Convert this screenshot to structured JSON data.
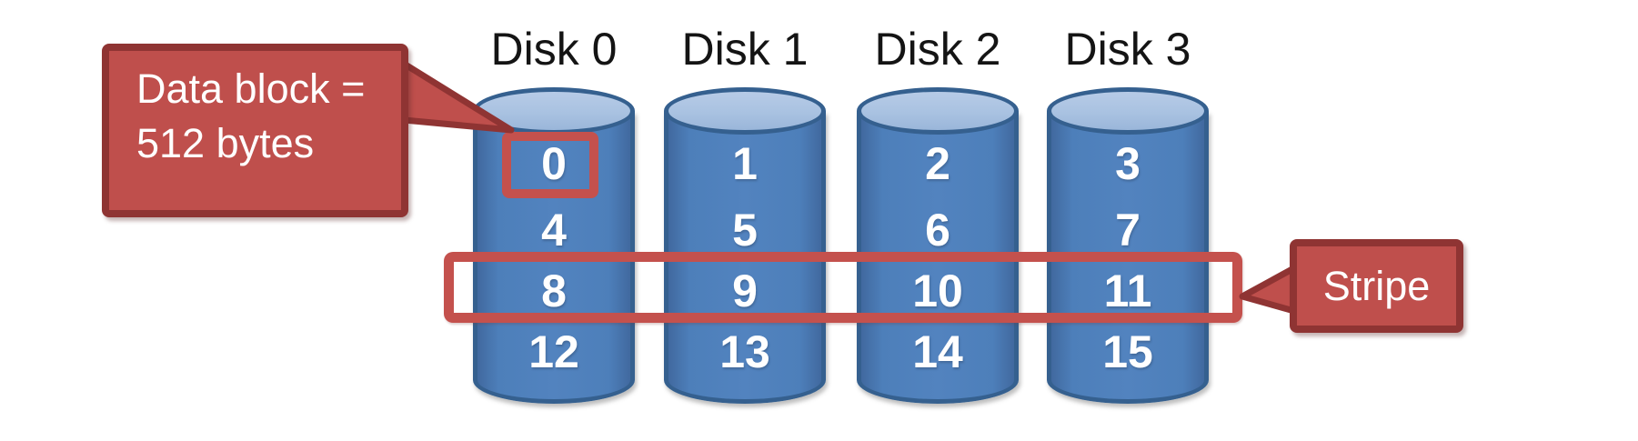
{
  "disks": [
    {
      "label": "Disk 0",
      "blocks": [
        "0",
        "4",
        "8",
        "12"
      ]
    },
    {
      "label": "Disk 1",
      "blocks": [
        "1",
        "5",
        "9",
        "13"
      ]
    },
    {
      "label": "Disk 2",
      "blocks": [
        "2",
        "6",
        "10",
        "14"
      ]
    },
    {
      "label": "Disk 3",
      "blocks": [
        "3",
        "7",
        "11",
        "15"
      ]
    }
  ],
  "callouts": {
    "data_block": {
      "line1": "Data block =",
      "line2": "512 bytes"
    },
    "stripe": {
      "label": "Stripe"
    }
  },
  "colors": {
    "disk_body": "#4d7fba",
    "disk_border": "#35608f",
    "disk_top": "#a9c2e1",
    "callout_fill": "#bf4f4c",
    "callout_border": "#8f3433",
    "highlight_red": "#c4514d",
    "block_text": "#ffffff",
    "label_text": "#141414"
  }
}
